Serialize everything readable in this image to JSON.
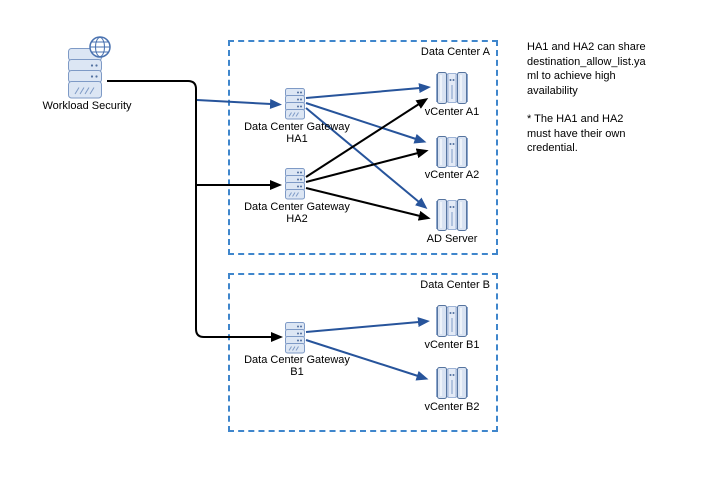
{
  "regions": {
    "data_center_a": {
      "title": "Data Center A"
    },
    "data_center_b": {
      "title": "Data Center B"
    }
  },
  "nodes": {
    "workload_security": {
      "label": "Workload Security"
    },
    "gateway_ha1": {
      "line1": "Data Center Gateway",
      "line2": "HA1"
    },
    "gateway_ha2": {
      "line1": "Data Center Gateway",
      "line2": "HA2"
    },
    "gateway_b1": {
      "line1": "Data Center Gateway",
      "line2": "B1"
    },
    "vcenter_a1": {
      "label": "vCenter A1"
    },
    "vcenter_a2": {
      "label": "vCenter A2"
    },
    "ad_server": {
      "label": "AD Server"
    },
    "vcenter_b1": {
      "label": "vCenter B1"
    },
    "vcenter_b2": {
      "label": "vCenter B2"
    }
  },
  "annotation": {
    "lines": [
      "HA1 and HA2 can share",
      "destination_allow_list.ya",
      "ml to achieve high",
      "availability",
      "* The HA1 and HA2",
      "must have their own",
      "credential."
    ]
  },
  "colors": {
    "box_border": "#3f86cc",
    "arrow_blue": "#27549b",
    "arrow_black": "#000000",
    "icon_fill": "#dce6f4",
    "icon_border": "#7e9ac6",
    "icon_dark": "#51709f"
  }
}
